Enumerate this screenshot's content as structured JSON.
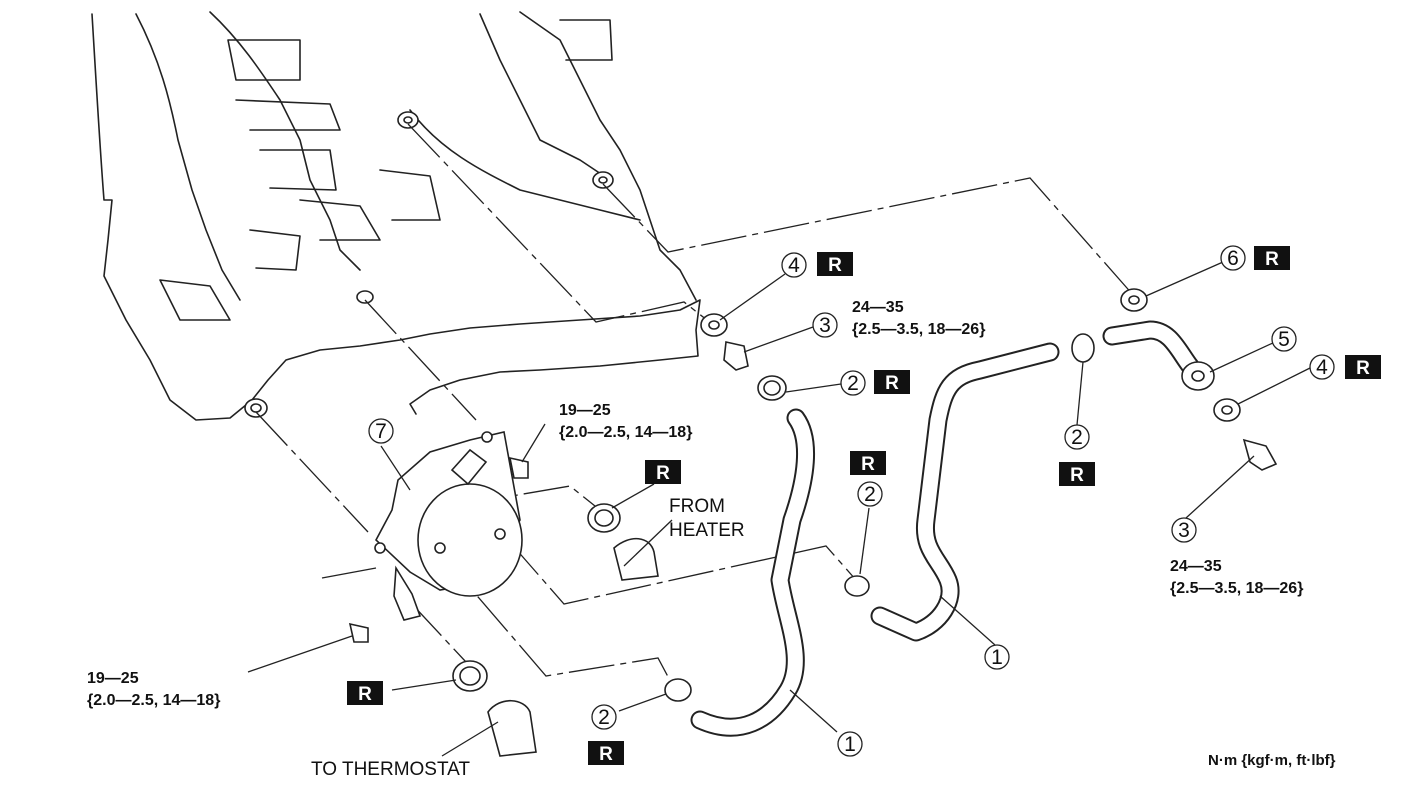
{
  "callouts": {
    "c1": "1",
    "c2": "2",
    "c3": "3",
    "c4": "4",
    "c5": "5",
    "c6": "6",
    "c7": "7"
  },
  "badge_text": "R",
  "torque_specs": {
    "bolt_upper_right": {
      "line1": "24—35",
      "line2": "{2.5—3.5,  18—26}"
    },
    "bolt_far_right": {
      "line1": "24—35",
      "line2": "{2.5—3.5,  18—26}"
    },
    "bolt_cooler_top": {
      "line1": "19—25",
      "line2": "{2.0—2.5,  14—18}"
    },
    "bolt_cooler_bottom": {
      "line1": "19—25",
      "line2": "{2.0—2.5,  14—18}"
    }
  },
  "labels": {
    "from_heater_line1": "FROM",
    "from_heater_line2": "HEATER",
    "to_thermostat": "TO THERMOSTAT"
  },
  "units_note": "N·m {kgf·m, ft·lbf}"
}
